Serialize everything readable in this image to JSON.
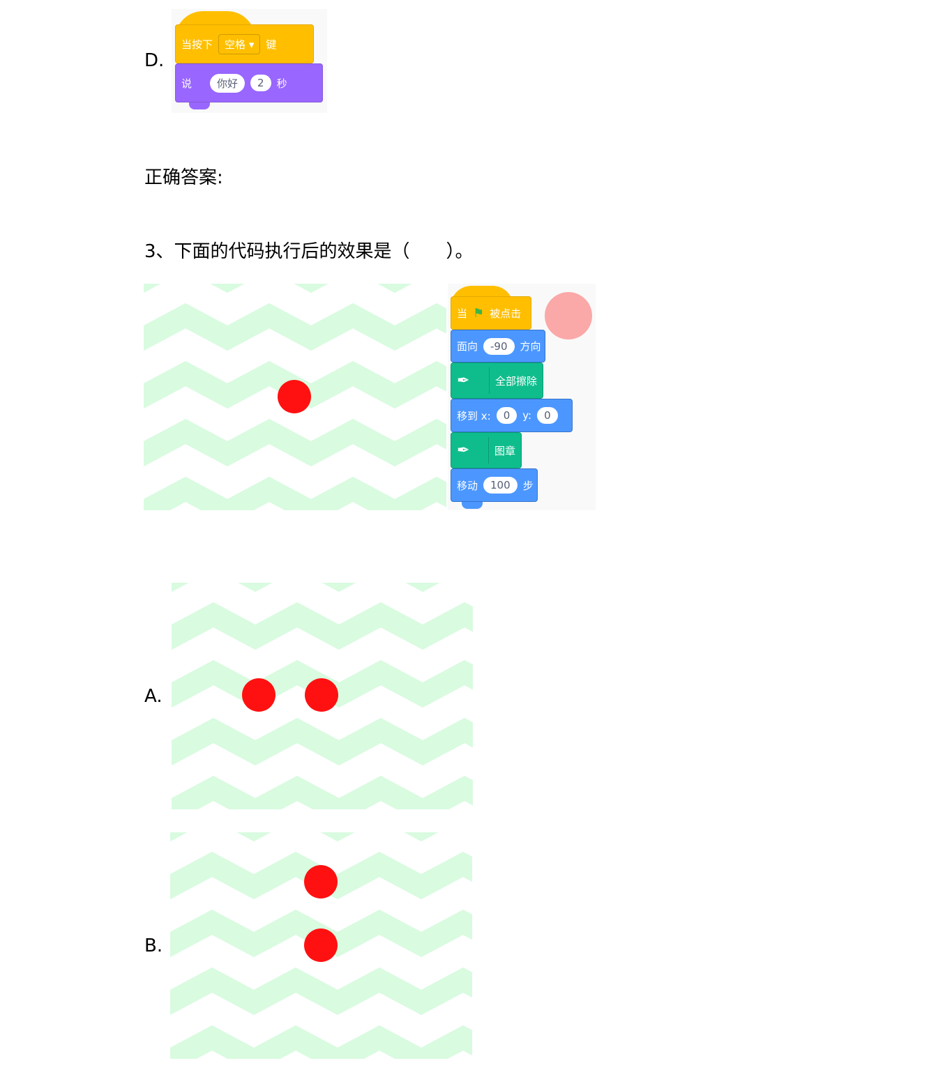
{
  "option_d": {
    "label": "D.",
    "hat_block": {
      "prefix": "当按下",
      "key": "空格",
      "dropdown_icon": "triangle-down",
      "suffix": "键"
    },
    "say_block": {
      "prefix": "说",
      "message": "你好",
      "seconds": "2",
      "suffix": "秒"
    }
  },
  "answer_label": "正确答案:",
  "question3": {
    "text": "3、下面的代码执行后的效果是（　　）。",
    "code": {
      "flag_block": {
        "prefix": "当",
        "icon": "green-flag",
        "suffix": "被点击"
      },
      "point_block": {
        "prefix": "面向",
        "value": "-90",
        "suffix": "方向"
      },
      "clear_block": {
        "icon": "pen",
        "label": "全部擦除"
      },
      "goto_block": {
        "prefix": "移到 x:",
        "x": "0",
        "y_label": "y:",
        "y": "0"
      },
      "stamp_block": {
        "icon": "pen",
        "label": "图章"
      },
      "move_block": {
        "prefix": "移动",
        "value": "100",
        "suffix": "步"
      }
    }
  },
  "options": [
    {
      "label": "A."
    },
    {
      "label": "B."
    }
  ],
  "colors": {
    "zigzag": "#d9fbe0",
    "dot": "#ff1111",
    "sprite": "#fba8a8"
  }
}
